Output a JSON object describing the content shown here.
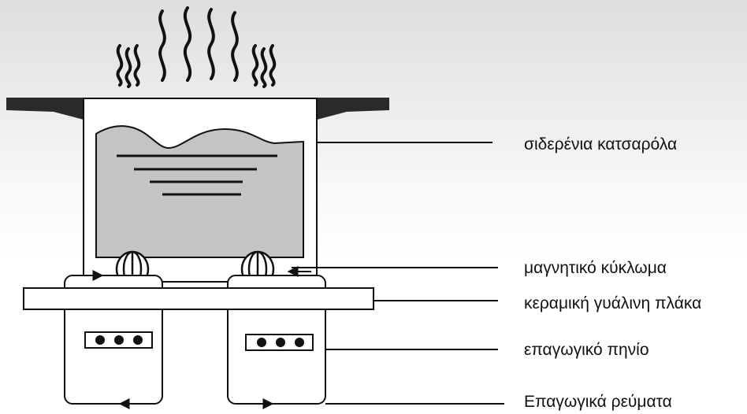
{
  "labels": {
    "pot": "σιδερένια κατσαρόλα",
    "magnetic": "μαγνητικό κύκλωμα",
    "glass": "κεραμική γυάλινη πλάκα",
    "coil": "επαγωγικό πηνίο",
    "currents": "Επαγωγικά ρεύματα"
  },
  "colors": {
    "line": "#111111",
    "liquid": "#c4c4c4",
    "background_top": "#dedede",
    "background_bottom": "#ffffff"
  }
}
